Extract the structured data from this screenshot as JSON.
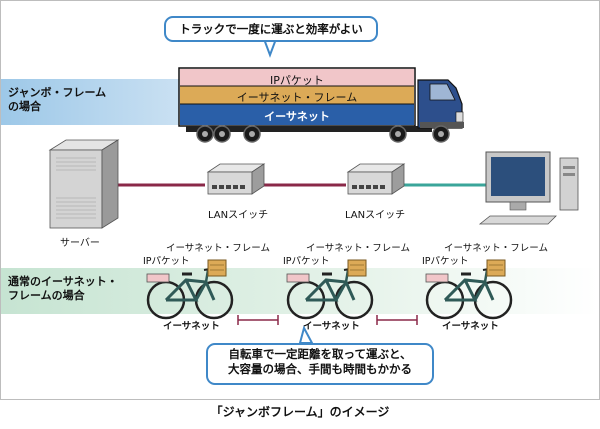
{
  "title_callout": "トラックで一度に運ぶと効率がよい",
  "jumbo_label": "ジャンボ・フレーム\nの場合",
  "truck": {
    "cargo_top": "IPパケット",
    "cargo_middle": "イーサネット・フレーム",
    "cargo_bottom": "イーサネット"
  },
  "network": {
    "server_label": "サーバー",
    "switch1_label": "LANスイッチ",
    "switch2_label": "LANスイッチ"
  },
  "normal_label": "通常のイーサネット・\nフレームの場合",
  "bicycles": [
    {
      "frame_label": "イーサネット・フレーム",
      "packet_label": "IPパケット",
      "bike_label": "イーサネット"
    },
    {
      "frame_label": "イーサネット・フレーム",
      "packet_label": "IPパケット",
      "bike_label": "イーサネット"
    },
    {
      "frame_label": "イーサネット・フレーム",
      "packet_label": "IPパケット",
      "bike_label": "イーサネット"
    }
  ],
  "bottom_callout": "自転車で一定距離を取って運ぶと、\n大容量の場合、手間も時間もかかる",
  "caption": "「ジャンボフレーム」のイメージ",
  "colors": {
    "accent_blue": "#3f88c8",
    "link_red": "#8a2848",
    "link_teal": "#3aa59a",
    "packet_pink": "#f1c6c9",
    "frame_tan": "#dcaa57",
    "truck_blue": "#2a5fa8",
    "bike_green": "#2f5a57"
  }
}
